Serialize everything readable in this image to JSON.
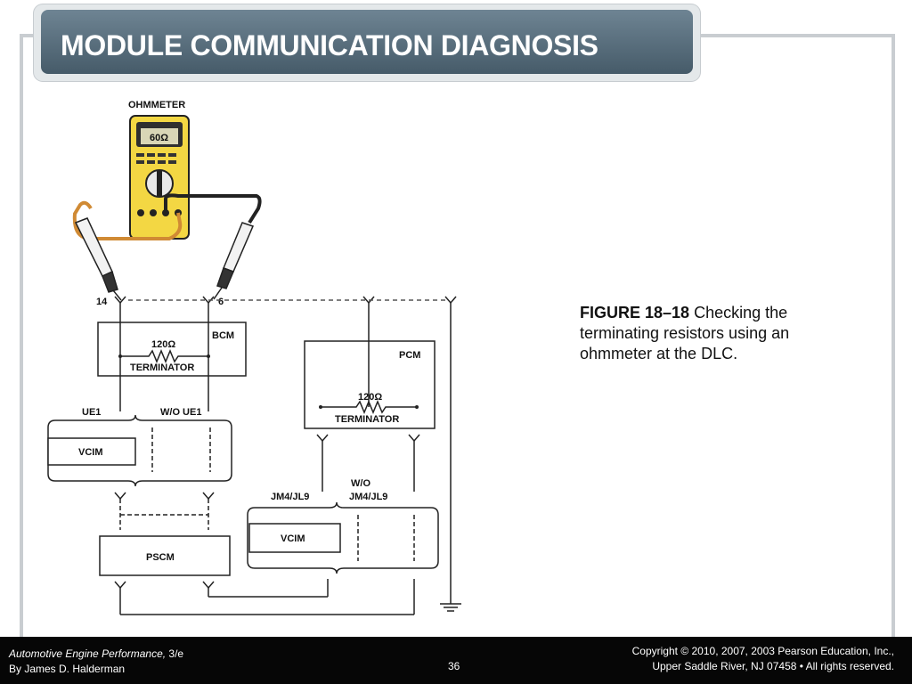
{
  "slide": {
    "title": "MODULE COMMUNICATION DIAGNOSIS",
    "page_number": "36"
  },
  "caption": {
    "figure_label": "FIGURE 18–18",
    "text": " Checking the terminating resistors using an ohmmeter at the DLC."
  },
  "diagram": {
    "meter_title": "OHMMETER",
    "meter_reading": "60Ω",
    "pin_left": "14",
    "pin_right": "6",
    "bcm": "BCM",
    "pcm": "PCM",
    "resistor_value": "120Ω",
    "terminator": "TERMINATOR",
    "ue1": "UE1",
    "wo_ue1": "W/O UE1",
    "vcim": "VCIM",
    "pscm": "PSCM",
    "jm4": "JM4/JL9",
    "wo": "W/O",
    "wo_jm4": "JM4/JL9"
  },
  "footer": {
    "book_title": "Automotive Engine Performance,",
    "edition": " 3/e",
    "author": "By James D. Halderman",
    "copyright_line1": "Copyright © 2010, 2007, 2003 Pearson Education, Inc.,",
    "copyright_line2": "Upper Saddle River, NJ 07458 • All rights reserved."
  }
}
